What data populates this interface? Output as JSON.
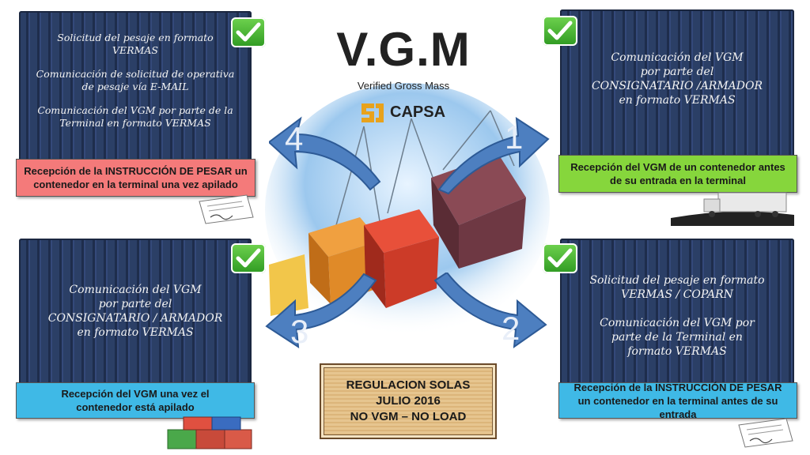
{
  "header": {
    "title": "V.G.M",
    "subtitle": "Verified Gross Mass",
    "brand": "CAPSA"
  },
  "steps": [
    {
      "number": "4",
      "lines": [
        "Solicitud del pesaje en formato\nVERMAS",
        "Comunicación de solicitud de operativa\nde pesaje vía E-MAIL",
        "Comunicación del VGM por parte de la\nTerminal en formato VERMAS"
      ],
      "label": "Recepción de la INSTRUCCIÓN DE PESAR un\ncontenedor en la terminal una vez apilado"
    },
    {
      "number": "1",
      "lines": [
        "Comunicación del VGM\npor parte del\nCONSIGNATARIO /ARMADOR\nen formato VERMAS"
      ],
      "label": "Recepción del VGM de un contenedor antes\nde su entrada en la terminal"
    },
    {
      "number": "3",
      "lines": [
        "Comunicación del VGM\npor parte del\nCONSIGNATARIO / ARMADOR\nen formato VERMAS"
      ],
      "label": "Recepción del VGM una vez el\ncontenedor está apilado"
    },
    {
      "number": "2",
      "lines": [
        "Solicitud del pesaje en formato\nVERMAS / COPARN",
        "Comunicación del VGM por\nparte de la Terminal en\nformato VERMAS"
      ],
      "label": "Recepción de la INSTRUCCIÓN DE PESAR\nun contenedor en la terminal antes de su entrada"
    }
  ],
  "regulation": {
    "line1": "REGULACION SOLAS",
    "line2": "JULIO 2016",
    "line3": "NO VGM – NO LOAD"
  },
  "colors": {
    "label_red": "#f47a7a",
    "label_green": "#86d63c",
    "label_blue": "#3fb9e6",
    "arrow_blue": "#4d7fc0",
    "check_green": "#3aa82c"
  },
  "icons": [
    "checkmark-icon",
    "document-icon",
    "truck-icon",
    "container-stack-icon"
  ]
}
